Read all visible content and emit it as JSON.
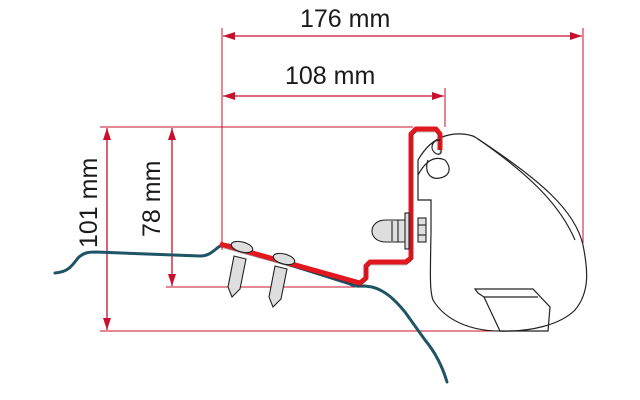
{
  "diagram": {
    "subject": "Awning mounting bracket on vehicle roof profile",
    "dimensions": {
      "total_width": "176 mm",
      "bracket_width": "108 mm",
      "total_height": "101 mm",
      "bracket_height": "78 mm"
    },
    "colors": {
      "dimension_line": "#c8102e",
      "bracket": "#e2171f",
      "roof_profile": "#1f5466",
      "outline": "#222222",
      "screw_fill": "#dedede"
    },
    "components": [
      "awning-cassette",
      "mounting-bracket",
      "screw-1",
      "screw-2",
      "bolt",
      "nut",
      "roof-profile"
    ]
  }
}
